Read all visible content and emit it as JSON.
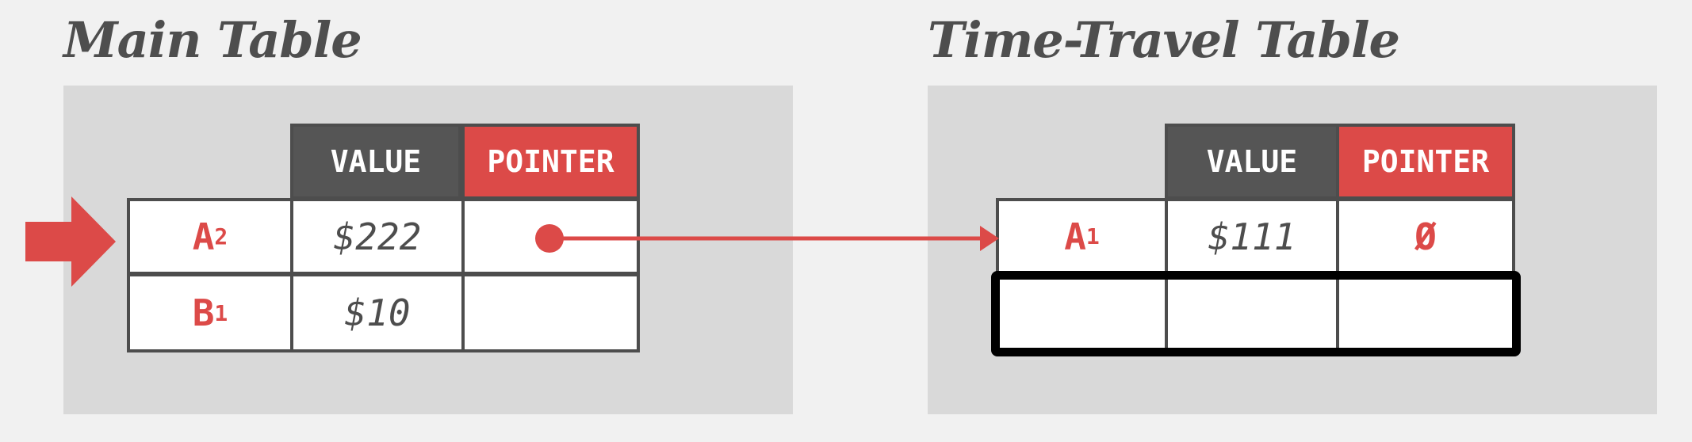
{
  "main_table": {
    "title": "Main Table",
    "headers": {
      "value": "VALUE",
      "pointer": "POINTER"
    },
    "rows": [
      {
        "key": "A",
        "sub": "2",
        "value": "$222",
        "pointer": ""
      },
      {
        "key": "B",
        "sub": "1",
        "value": "$10",
        "pointer": ""
      }
    ]
  },
  "time_travel_table": {
    "title": "Time-Travel Table",
    "headers": {
      "value": "VALUE",
      "pointer": "POINTER"
    },
    "rows": [
      {
        "key": "A",
        "sub": "1",
        "value": "$111",
        "pointer": "Ø"
      },
      {
        "key": "",
        "sub": "",
        "value": "",
        "pointer": ""
      }
    ]
  },
  "colors": {
    "accent": "#dc4a48",
    "header_dark": "#555555",
    "panel": "#d9d9d9",
    "background": "#f1f1f1"
  }
}
